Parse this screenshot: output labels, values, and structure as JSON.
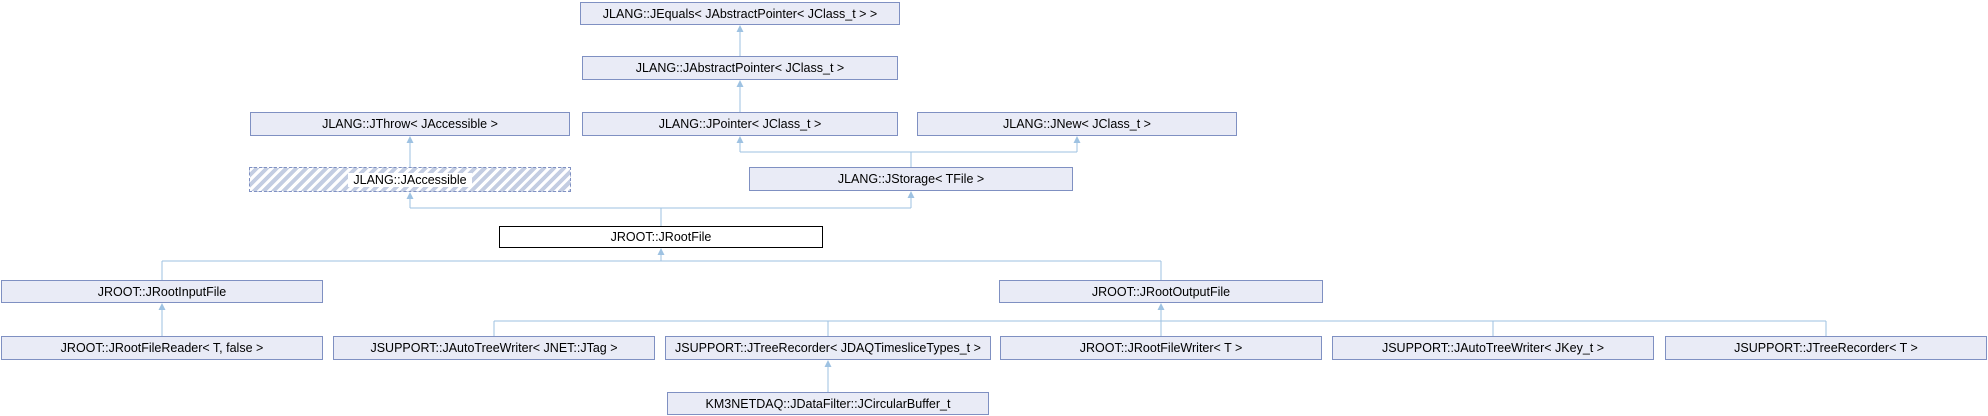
{
  "diagram": {
    "kind": "class-inheritance-graph",
    "nodes": {
      "jequals": "JLANG::JEquals< JAbstractPointer< JClass_t > >",
      "jabstract_pointer": "JLANG::JAbstractPointer< JClass_t >",
      "jthrow": "JLANG::JThrow< JAccessible >",
      "jpointer": "JLANG::JPointer< JClass_t >",
      "jnew": "JLANG::JNew< JClass_t >",
      "jaccessible": "JLANG::JAccessible",
      "jstorage": "JLANG::JStorage< TFile >",
      "jrootfile": "JROOT::JRootFile",
      "jrootinputfile": "JROOT::JRootInputFile",
      "jrootoutputfile": "JROOT::JRootOutputFile",
      "jrootfilereader": "JROOT::JRootFileReader< T, false >",
      "jautotreewriter_jtag": "JSUPPORT::JAutoTreeWriter< JNET::JTag >",
      "jtreerecorder_jdaq": "JSUPPORT::JTreeRecorder< JDAQTimesliceTypes_t >",
      "jrootfilewriter": "JROOT::JRootFileWriter< T >",
      "jautotreewriter_jkey": "JSUPPORT::JAutoTreeWriter< JKey_t >",
      "jtreerecorder_t": "JSUPPORT::JTreeRecorder< T >",
      "jcircularbuffer": "KM3NETDAQ::JDataFilter::JCircularBuffer_t"
    },
    "edges": [
      {
        "from": "jabstract_pointer",
        "to": "jequals"
      },
      {
        "from": "jpointer",
        "to": "jabstract_pointer"
      },
      {
        "from": "jaccessible",
        "to": "jthrow"
      },
      {
        "from": "jstorage",
        "to": "jpointer"
      },
      {
        "from": "jstorage",
        "to": "jnew"
      },
      {
        "from": "jrootfile",
        "to": "jaccessible"
      },
      {
        "from": "jrootfile",
        "to": "jstorage"
      },
      {
        "from": "jrootinputfile",
        "to": "jrootfile"
      },
      {
        "from": "jrootoutputfile",
        "to": "jrootfile"
      },
      {
        "from": "jrootfilereader",
        "to": "jrootinputfile"
      },
      {
        "from": "jautotreewriter_jtag",
        "to": "jrootoutputfile"
      },
      {
        "from": "jtreerecorder_jdaq",
        "to": "jrootoutputfile"
      },
      {
        "from": "jrootfilewriter",
        "to": "jrootoutputfile"
      },
      {
        "from": "jautotreewriter_jkey",
        "to": "jrootoutputfile"
      },
      {
        "from": "jtreerecorder_t",
        "to": "jrootoutputfile"
      },
      {
        "from": "jcircularbuffer",
        "to": "jtreerecorder_jdaq"
      }
    ],
    "colors": {
      "background": "#ffffff",
      "node_fill": "#e9ebf6",
      "node_border": "#7f90c2",
      "current_border": "#000000",
      "edge": "#9ec2e2",
      "hatch": "#c3cde2",
      "text": "#000000"
    }
  }
}
